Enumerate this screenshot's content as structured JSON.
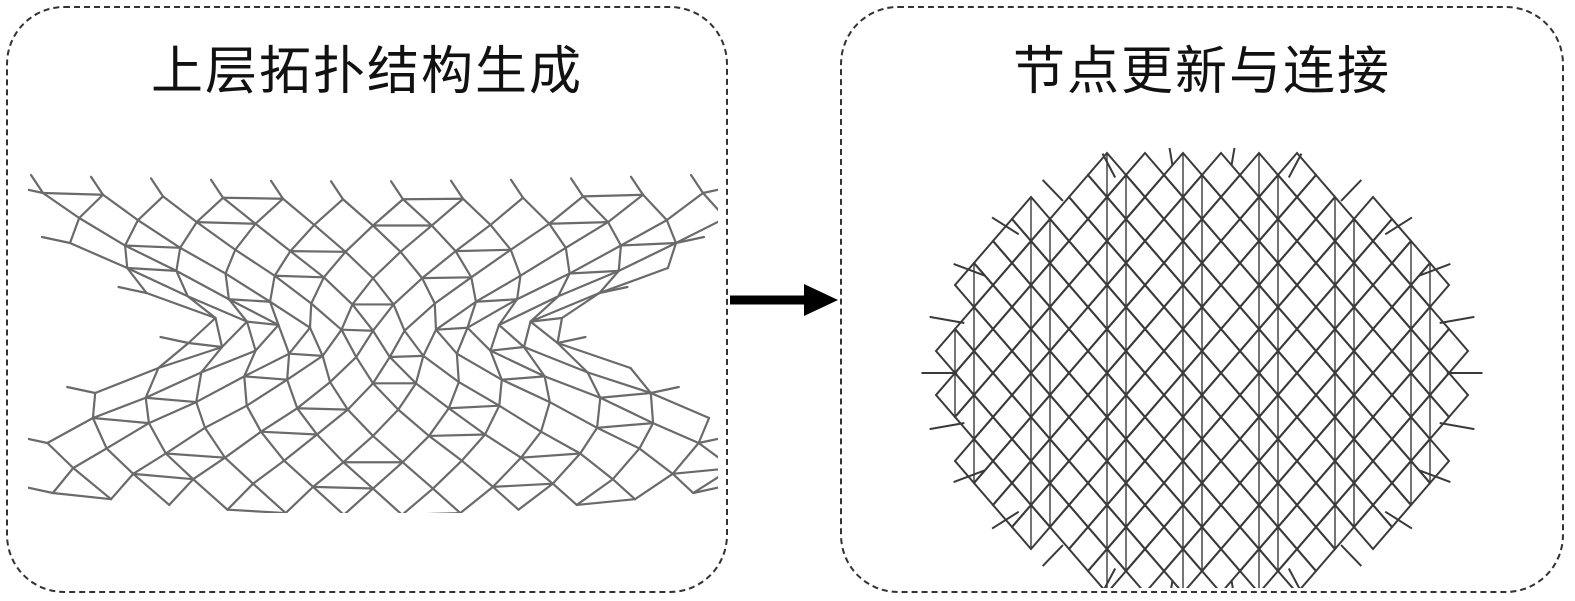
{
  "diagram": {
    "left_panel": {
      "title": "上层拓扑结构生成",
      "illustration": "curved-diamond-lattice-mesh"
    },
    "right_panel": {
      "title": "节点更新与连接",
      "illustration": "dense-diamond-lattice-mesh"
    },
    "connector": {
      "icon": "right-arrow-icon"
    },
    "colors": {
      "panel_border": "#333333",
      "mesh_left": "#6a6a6a",
      "mesh_right": "#3a3a3a",
      "arrow": "#000000",
      "title": "#111111"
    }
  }
}
